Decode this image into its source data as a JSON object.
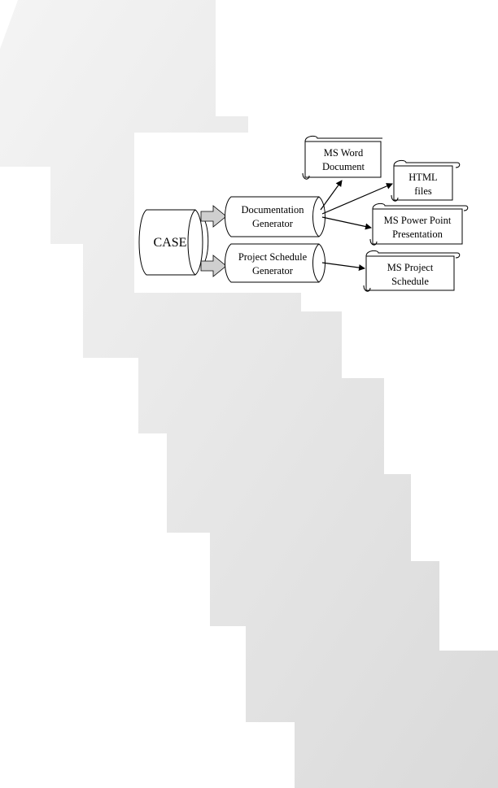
{
  "colors": {
    "stripe_light": "#f3f3f3",
    "stripe_dark": "#dcdcdc",
    "stroke": "#000000",
    "shape_fill": "#ffffff",
    "arrow_fill": "#cfcfcf"
  },
  "diagram": {
    "source": {
      "label": "CASE"
    },
    "generators": [
      {
        "line1": "Documentation",
        "line2": "Generator"
      },
      {
        "line1": "Project Schedule",
        "line2": "Generator"
      }
    ],
    "outputs": [
      {
        "line1": "MS Word",
        "line2": "Document"
      },
      {
        "line1": "HTML",
        "line2": "files"
      },
      {
        "line1": "MS Power Point",
        "line2": "Presentation"
      },
      {
        "line1": "MS Project",
        "line2": "Schedule"
      }
    ]
  }
}
